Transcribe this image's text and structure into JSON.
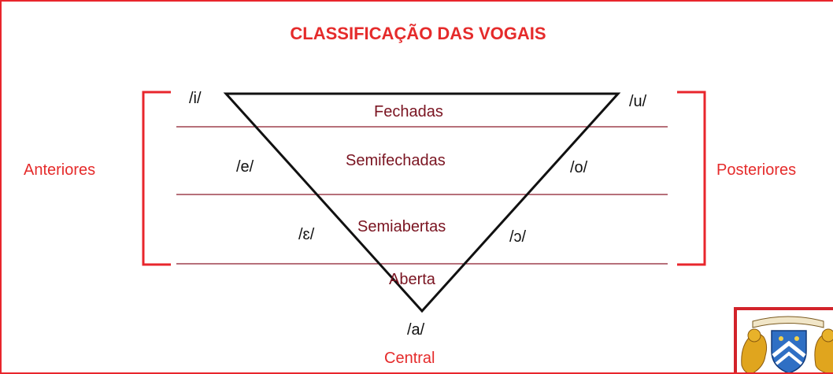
{
  "title": "CLASSIFICAÇÃO DAS VOGAIS",
  "left_group": "Anteriores",
  "right_group": "Posteriores",
  "bottom_group": "Central",
  "heights": {
    "fechadas": "Fechadas",
    "semifechadas": "Semifechadas",
    "semiabertas": "Semiabertas",
    "aberta": "Aberta"
  },
  "vowels": {
    "i": "/i/",
    "u": "/u/",
    "e": "/e/",
    "o": "/o/",
    "eps": "/ɛ/",
    "open_o": "/ɔ/",
    "a": "/a/"
  },
  "colors": {
    "accent_red": "#e52b2b",
    "maroon": "#7a1421",
    "line": "#111111"
  }
}
